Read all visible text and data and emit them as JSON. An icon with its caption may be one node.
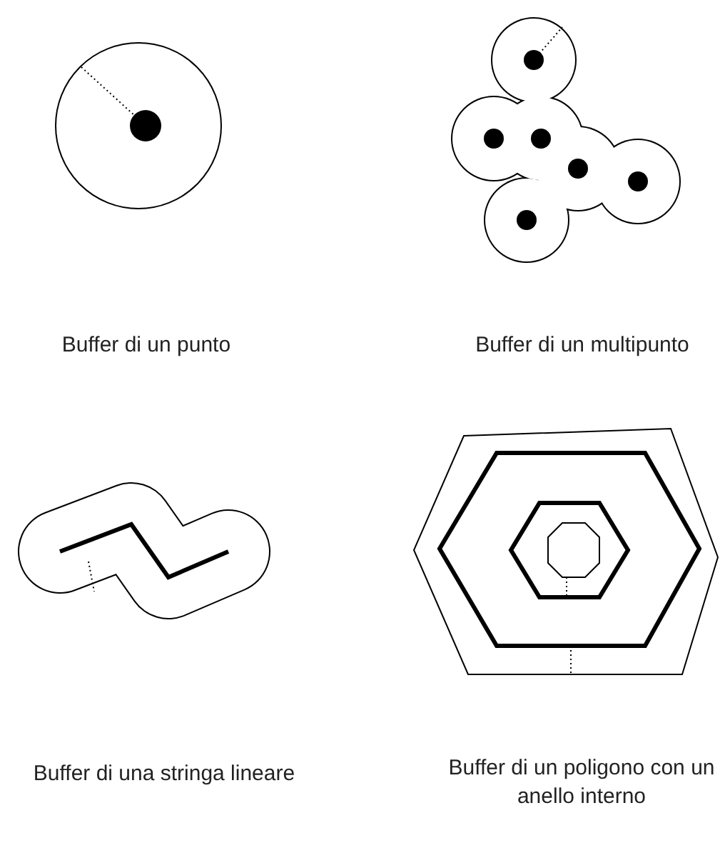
{
  "diagram": {
    "labels": [
      "Buffer di un punto",
      "Buffer di un multipunto",
      "Buffer di una stringa lineare",
      "Buffer di un poligono con un anello interno"
    ]
  }
}
